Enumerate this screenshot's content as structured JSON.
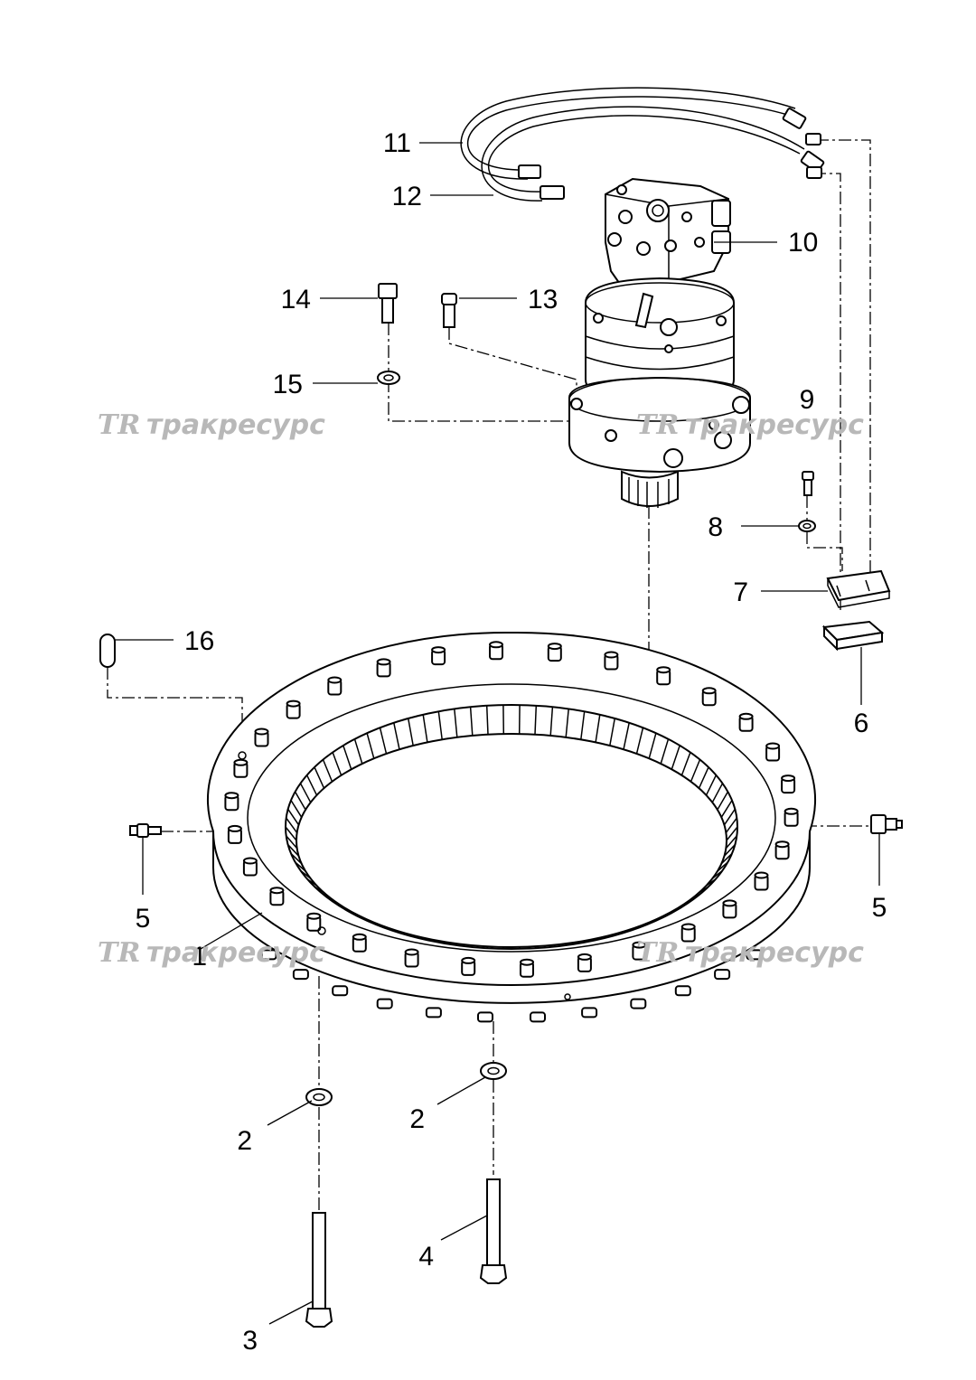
{
  "watermarks": [
    {
      "logo": "TR",
      "text": "тракресурс"
    },
    {
      "logo": "TR",
      "text": "тракресурс"
    },
    {
      "logo": "TR",
      "text": "тракресурс"
    },
    {
      "logo": "TR",
      "text": "тракресурс"
    }
  ],
  "callouts": [
    "1",
    "2",
    "2",
    "3",
    "4",
    "5",
    "5",
    "6",
    "7",
    "8",
    "9",
    "10",
    "11",
    "12",
    "13",
    "14",
    "15",
    "16"
  ],
  "colors": {
    "line": "#000000",
    "watermark": "#b8b8b8",
    "background": "#ffffff"
  }
}
